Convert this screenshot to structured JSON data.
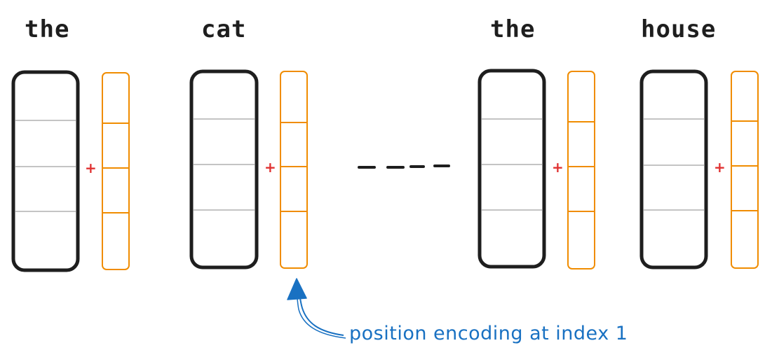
{
  "words": [
    "the",
    "cat",
    "the",
    "house"
  ],
  "plus_sign": "+",
  "annotation": "position encoding at index 1",
  "colors": {
    "embedding_border": "#1e1e1e",
    "embedding_divider": "#b0b0b0",
    "position_encoding": "#f08c00",
    "plus": "#e03131",
    "annotation": "#1971c2",
    "ellipsis_dash": "#1e1e1e"
  }
}
